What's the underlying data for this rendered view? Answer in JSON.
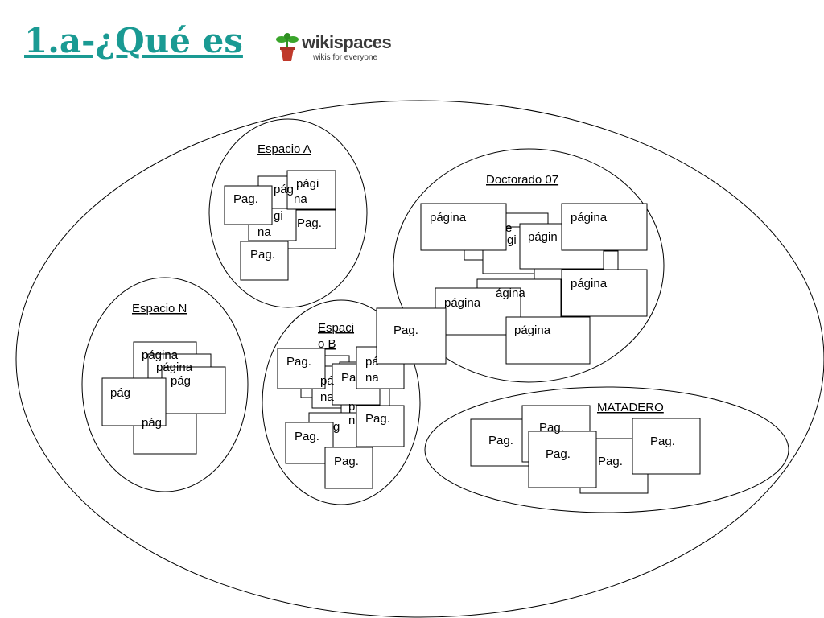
{
  "title": "1.a-¿Qué es",
  "logo": {
    "name": "wikispaces",
    "tagline": "wikis for everyone",
    "icon": "flower-pot-icon",
    "colors": {
      "brand": "#3a3a3a",
      "leaf": "#3aa52b",
      "pot": "#c0392b"
    }
  },
  "title_color": "#1a9a93",
  "groups": {
    "espacio_a": "Espacio A",
    "espacio_b_1": "Espaci",
    "espacio_b_2": "o B",
    "espacio_n": "Espacio N",
    "doctorado": "Doctorado 07",
    "matadero": "MATADERO"
  },
  "pages": {
    "espacio_a": [
      [
        "pág"
      ],
      [
        "pági",
        "na"
      ],
      [
        "gi",
        "na"
      ],
      [
        "Pag."
      ],
      [
        "Pag."
      ],
      [
        "Pag."
      ]
    ],
    "doctorado": [
      [
        "e"
      ],
      [
        "gi"
      ],
      [
        "página"
      ],
      [
        "págin"
      ],
      [
        "página"
      ],
      [
        "ágina"
      ],
      [
        "página"
      ],
      [
        "página"
      ],
      [
        "página"
      ]
    ],
    "espacio_n": [
      [
        "página"
      ],
      [
        "página"
      ],
      [
        "pág"
      ],
      [
        "pág"
      ],
      [
        "pág"
      ]
    ],
    "espacio_b": [
      [
        "Pag."
      ],
      [
        "pá"
      ],
      [
        "na"
      ],
      [
        "Pa"
      ],
      [
        "pá",
        "na"
      ],
      [
        "p",
        "n"
      ],
      [
        "g"
      ],
      [
        "Pag."
      ],
      [
        "Pag."
      ],
      [
        "Pag."
      ]
    ],
    "matadero": [
      [
        "Pag."
      ],
      [
        "Pag."
      ],
      [
        "Pag."
      ],
      [
        "Pag."
      ],
      [
        "Pag."
      ]
    ],
    "floating": [
      [
        "Pag."
      ]
    ]
  }
}
